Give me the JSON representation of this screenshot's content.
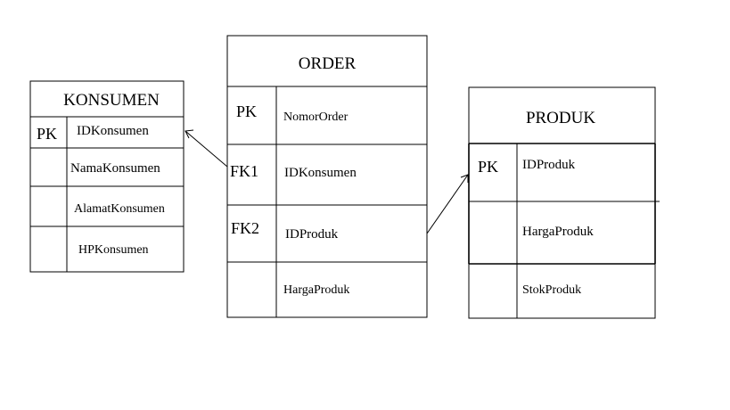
{
  "tables": {
    "konsumen": {
      "title": "KONSUMEN",
      "rows": [
        {
          "key": "PK",
          "field": "IDKonsumen"
        },
        {
          "key": "",
          "field": "NamaKonsumen"
        },
        {
          "key": "",
          "field": "AlamatKonsumen"
        },
        {
          "key": "",
          "field": "HPKonsumen"
        }
      ]
    },
    "order": {
      "title": "ORDER",
      "rows": [
        {
          "key": "PK",
          "field": "NomorOrder"
        },
        {
          "key": "FK1",
          "field": "IDKonsumen"
        },
        {
          "key": "FK2",
          "field": "IDProduk"
        },
        {
          "key": "",
          "field": "HargaProduk"
        }
      ]
    },
    "produk": {
      "title": "PRODUK",
      "rows": [
        {
          "key": "PK",
          "field": "IDProduk"
        },
        {
          "key": "",
          "field": "HargaProduk"
        },
        {
          "key": "",
          "field": "StokProduk"
        }
      ]
    }
  },
  "relationships": [
    {
      "from": "order.IDKonsumen",
      "to": "konsumen.IDKonsumen"
    },
    {
      "from": "order.IDProduk",
      "to": "produk.IDProduk"
    }
  ]
}
